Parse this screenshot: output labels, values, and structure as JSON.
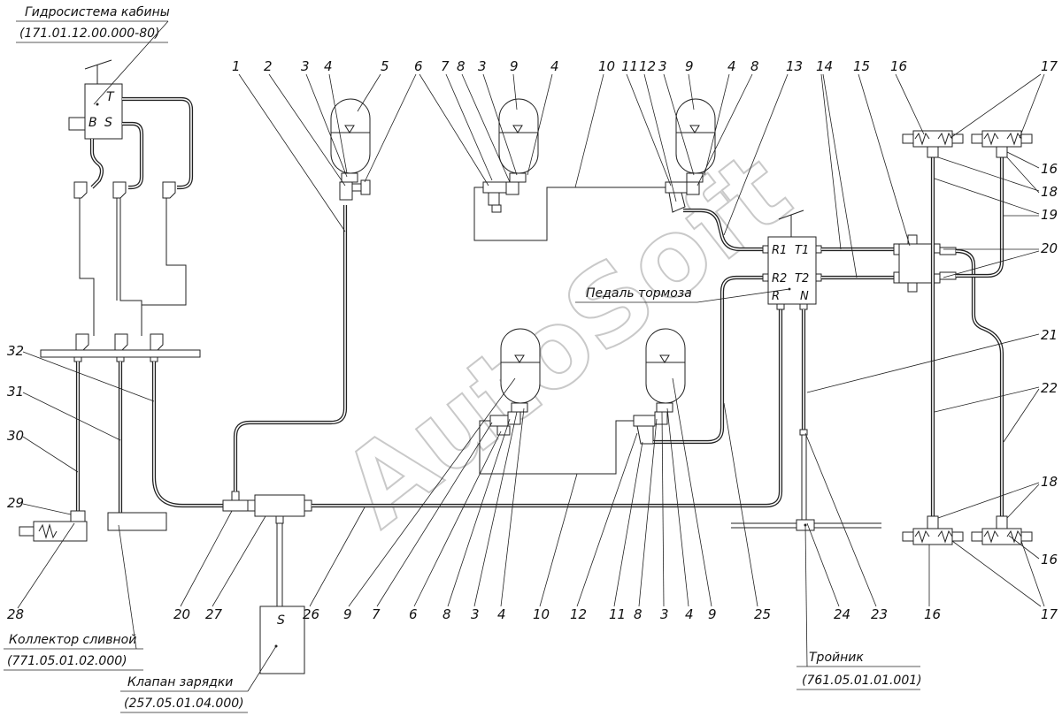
{
  "labels": {
    "cab_hydraulics": "Гидросистема кабины",
    "cab_hydraulics_code": "(171.01.12.00.000-80)",
    "drain_manifold": "Коллектор сливной",
    "drain_manifold_code": "(771.05.01.02.000)",
    "charge_valve": "Клапан зарядки",
    "charge_valve_code": "(257.05.01.04.000)",
    "tee": "Тройник",
    "tee_code": "(761.05.01.01.001)",
    "brake_pedal": "Педаль тормоза"
  },
  "ports": {
    "cab_T": "T",
    "cab_B": "B",
    "cab_S": "S",
    "pedal_R1": "R1",
    "pedal_T1": "T1",
    "pedal_R2": "R2",
    "pedal_T2": "T2",
    "pedal_R": "R",
    "pedal_N": "N",
    "charge_S": "S"
  },
  "callouts_top": [
    "1",
    "2",
    "3",
    "4",
    "5",
    "6",
    "7",
    "8",
    "3",
    "9",
    "4",
    "10",
    "11",
    "12",
    "3",
    "9",
    "4",
    "8",
    "13",
    "14",
    "15",
    "16",
    "17"
  ],
  "callouts_bottom": [
    "20",
    "27",
    "26",
    "9",
    "7",
    "6",
    "8",
    "3",
    "4",
    "10",
    "12",
    "11",
    "8",
    "3",
    "4",
    "9",
    "25",
    "24",
    "23",
    "16",
    "17"
  ],
  "callouts_left": [
    "32",
    "31",
    "30",
    "29",
    "28"
  ],
  "callouts_right": [
    "16",
    "18",
    "19",
    "20",
    "21",
    "22",
    "18",
    "16"
  ],
  "watermark": "AutoSoft"
}
